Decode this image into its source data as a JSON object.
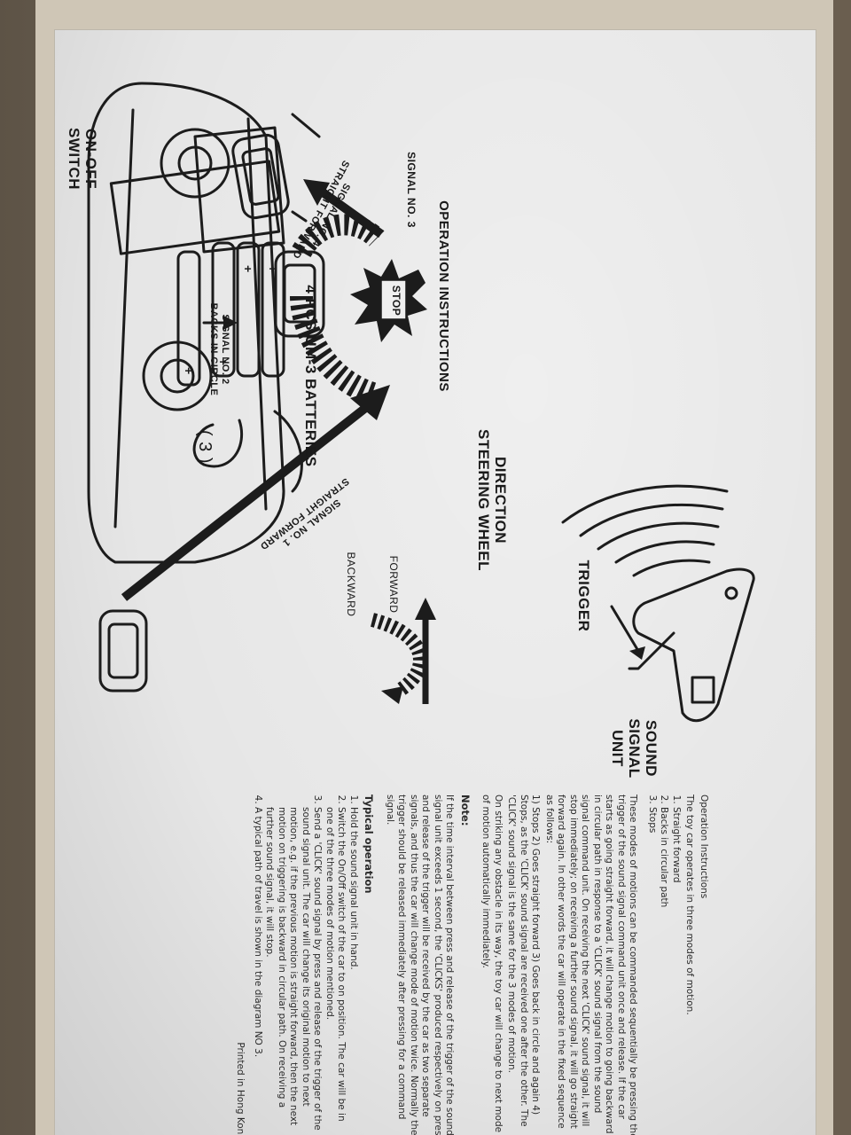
{
  "labels": {
    "on_off_switch_line1": "ON-OFF",
    "on_off_switch_line2": "SWITCH",
    "batteries": "4 PCS UM-3 BATTERIES",
    "direction_line1": "DIRECTION",
    "direction_line2": "STEERING WHEEL",
    "trigger": "TRIGGER",
    "sound_line1": "SOUND",
    "sound_line2": "SIGNAL",
    "sound_line3": "UNIT",
    "operation_title": "OPERATION  INSTRUCTIONS",
    "signal3": "SIGNAL  NO.  3",
    "signal4_line1": "SIGNAL NO. 4",
    "signal4_line2": "STRAIGHT FORWARD",
    "stop": "STOP",
    "signal2_line1": "SIGNAL NO. 2",
    "signal2_line2": "BACKS IN CIRCLE",
    "page_number": "( 3 )",
    "signal1_line1": "SIGNAL NO. 1",
    "signal1_line2": "STRAIGHT FORWARD",
    "forward": "FORWARD",
    "backward": "BACKWARD"
  },
  "instructions": {
    "title": "Operation  Instructions",
    "intro": "The toy car operates in three modes of motion.",
    "modes": [
      "Straight forward",
      "Backs in circular path",
      "Stops"
    ],
    "para1": "These modes of motions can be commanded sequentially be pressing the trigger of the sound signal command unit once and release. If the car starts as going straight forward, it will change motion to going backward in circular path in response to a 'CLICK' sound signal from the sound signal command unit. On receiving the next 'CLICK' sound signal, it will stop immediately; on receiving a further sound signal, it will go straight forward again. In other words the car will operate in the fixed sequence as follows:",
    "para2": "1) Stops 2) Goes straight forward 3) Goes back in circle and again 4) Stops, as the 'CLICK' sound signal are received one after the other. The 'CLICK' sound signal is the same for the 3 modes of motion.",
    "para3": "On striking any obstacle in its way, the toy car will change to next mode of motion automatically immediately.",
    "note_title": "Note:",
    "note_text": "If the time interval between press and release of the trigger of the sound signal unit exceeds 1 second, the 'CLICKS' produced respectively on press and release of the trigger will be received by the car as two separate signals, and thus the car will change mode of motion twice. Normally the trigger should be released immediately after pressing for a command signal.",
    "typical_title": "Typical operation",
    "typical_steps": [
      "Hold the sound signal unit in hand.",
      "Switch the On/Off switch of the car to on position. The car will be in one of the three modes of motion mentioned.",
      "Send a 'CLICK' sound signal by press and release of the trigger of the sound signal unit. The car will change its original motion to next motion, e.g. if the previous motion is straight forward, then the next motion on triggering is backward in circular path. On receiving a further sound signal, it will stop.",
      "A typical path of travel is shown in the diagram NO 3."
    ],
    "printed_in": "Printed in Hong Kong"
  },
  "colors": {
    "paper": "#efefef",
    "ink": "#1c1c1c",
    "box": "#6f6455"
  }
}
